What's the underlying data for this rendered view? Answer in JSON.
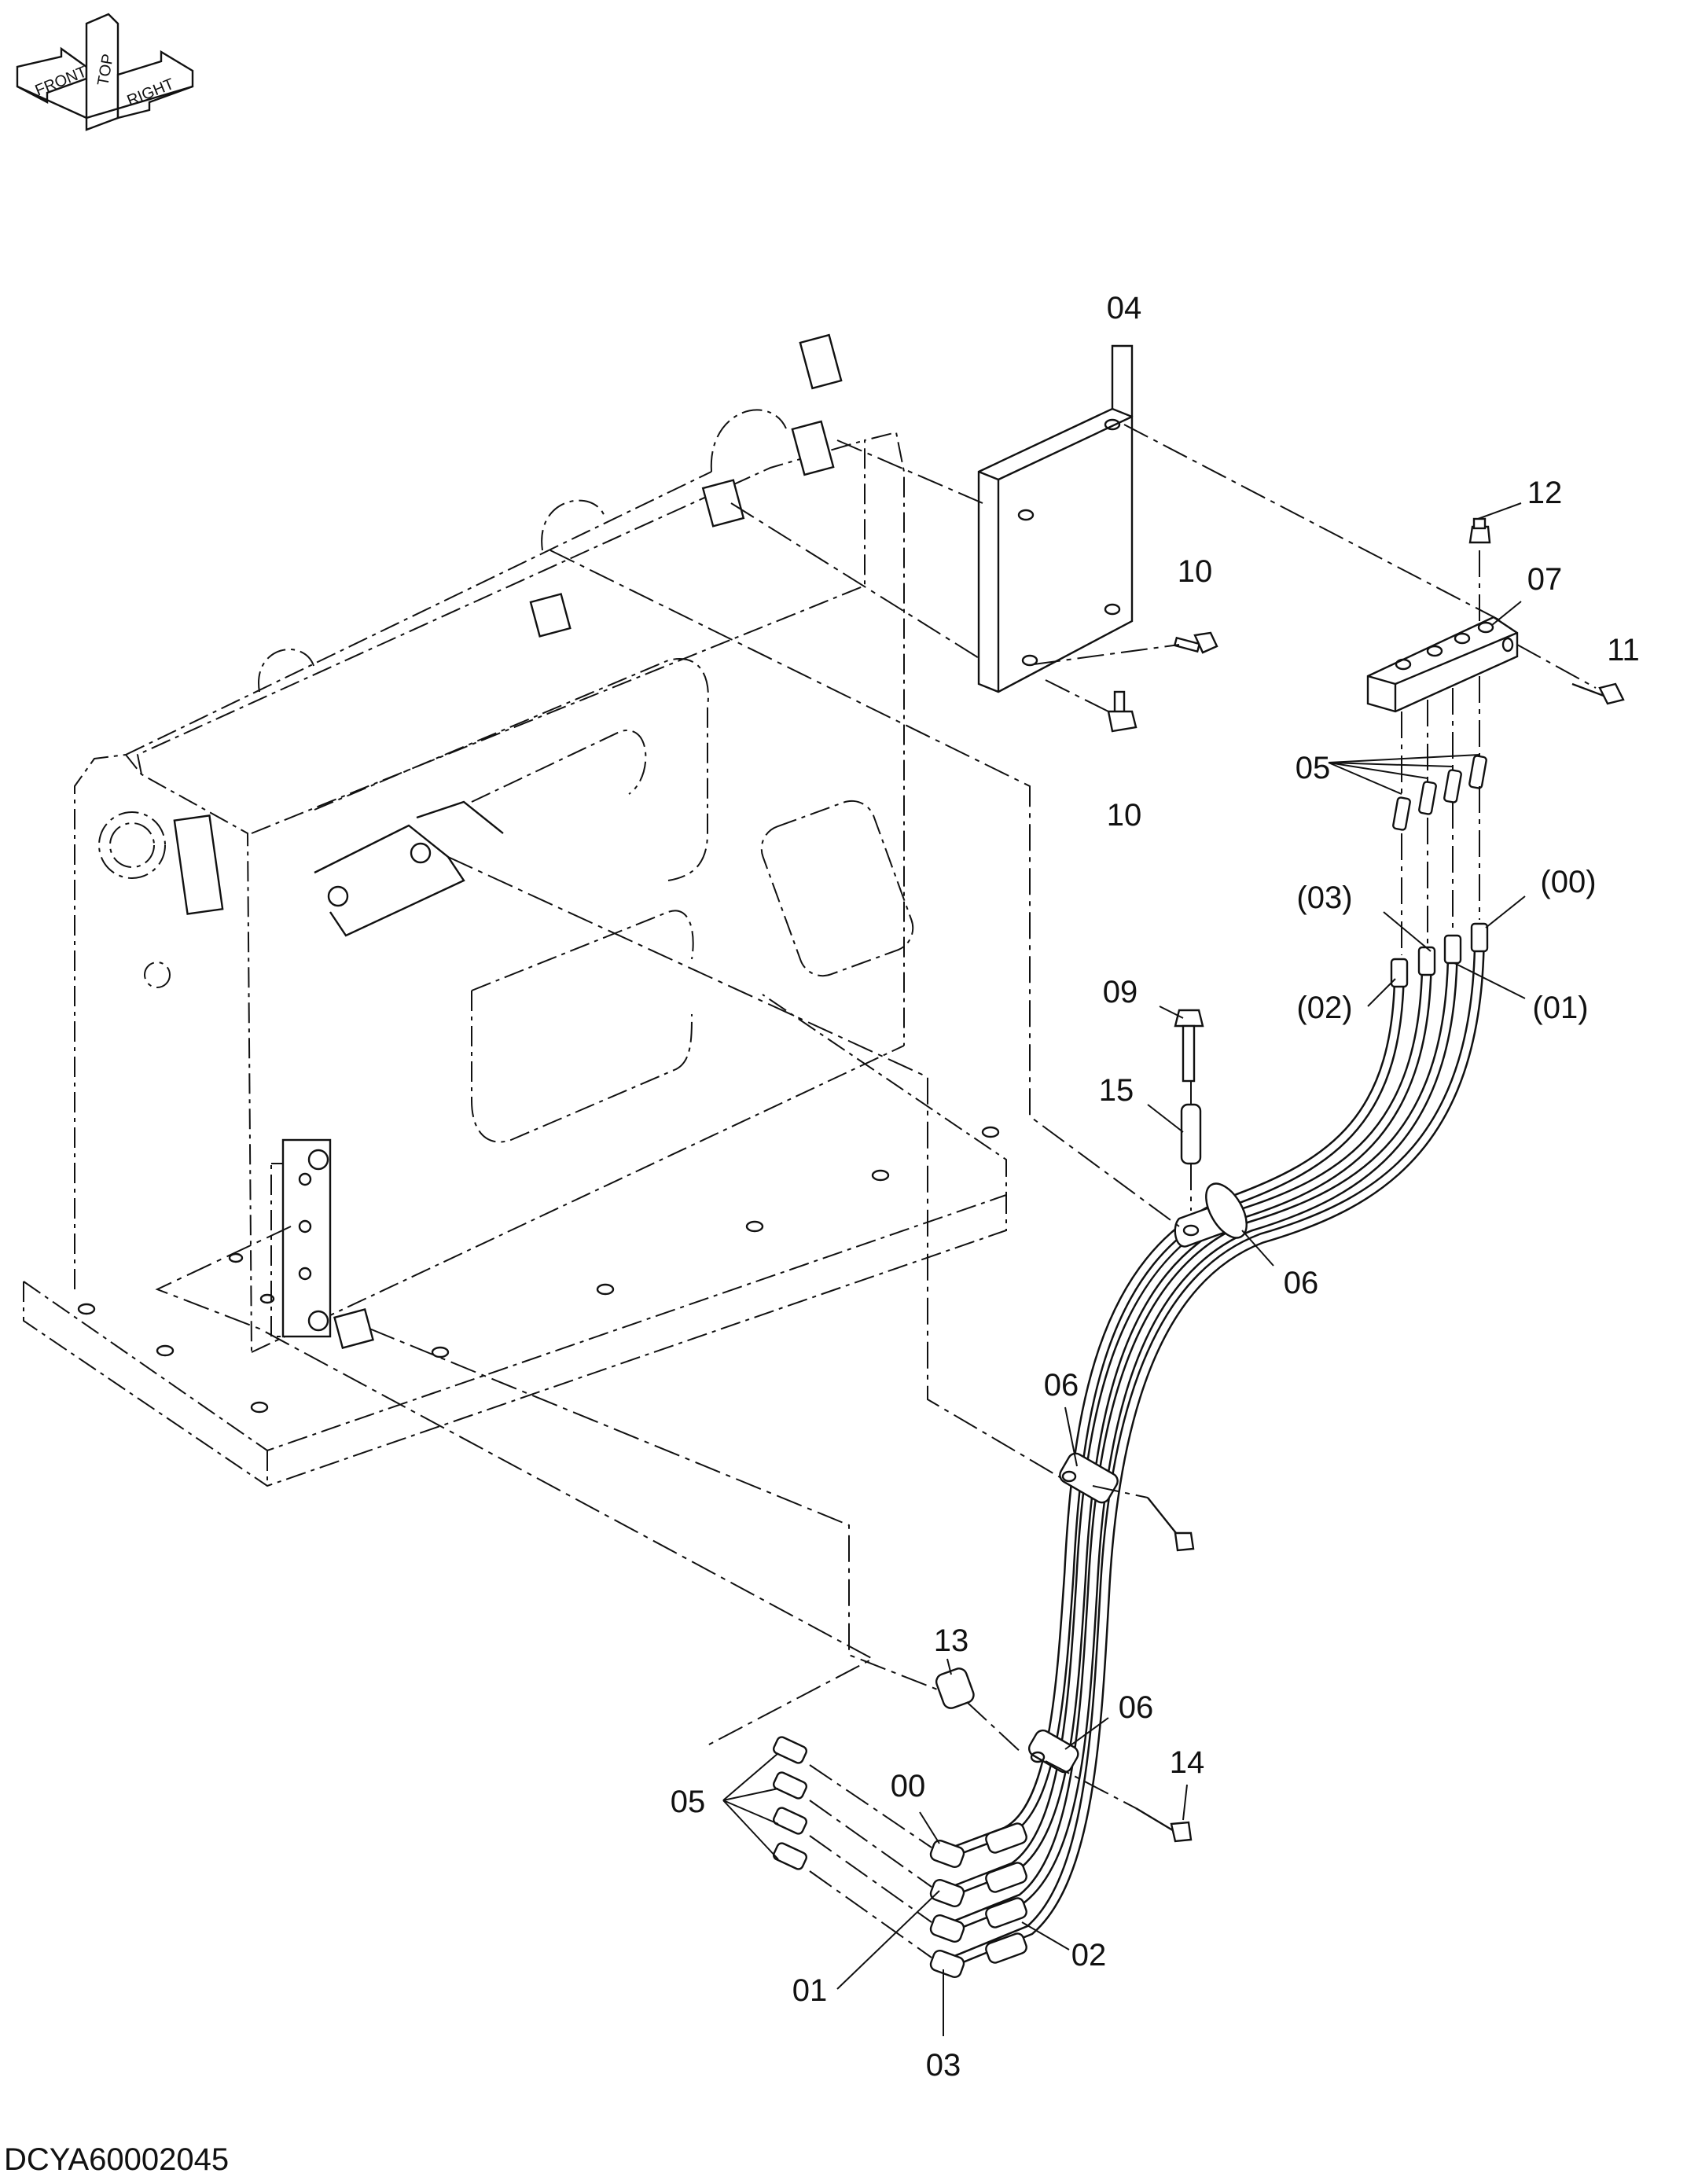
{
  "orientation_indicator": {
    "labels": [
      "FRONT",
      "TOP",
      "RIGHT"
    ]
  },
  "drawing_id": "DCYA60002045",
  "callouts": [
    {
      "id": "c04",
      "text": "04"
    },
    {
      "id": "c12",
      "text": "12"
    },
    {
      "id": "c07",
      "text": "07"
    },
    {
      "id": "c10a",
      "text": "10"
    },
    {
      "id": "c10b",
      "text": "10"
    },
    {
      "id": "c11",
      "text": "11"
    },
    {
      "id": "c05a",
      "text": "05"
    },
    {
      "id": "c03p",
      "text": "(03)"
    },
    {
      "id": "c00p",
      "text": "(00)"
    },
    {
      "id": "c02p",
      "text": "(02)"
    },
    {
      "id": "c01p",
      "text": "(01)"
    },
    {
      "id": "c09",
      "text": "09"
    },
    {
      "id": "c15",
      "text": "15"
    },
    {
      "id": "c06a",
      "text": "06"
    },
    {
      "id": "c06b",
      "text": "06"
    },
    {
      "id": "c13",
      "text": "13"
    },
    {
      "id": "c06c",
      "text": "06"
    },
    {
      "id": "c14",
      "text": "14"
    },
    {
      "id": "c05b",
      "text": "05"
    },
    {
      "id": "c00",
      "text": "00"
    },
    {
      "id": "c01",
      "text": "01"
    },
    {
      "id": "c02",
      "text": "02"
    },
    {
      "id": "c03",
      "text": "03"
    }
  ]
}
